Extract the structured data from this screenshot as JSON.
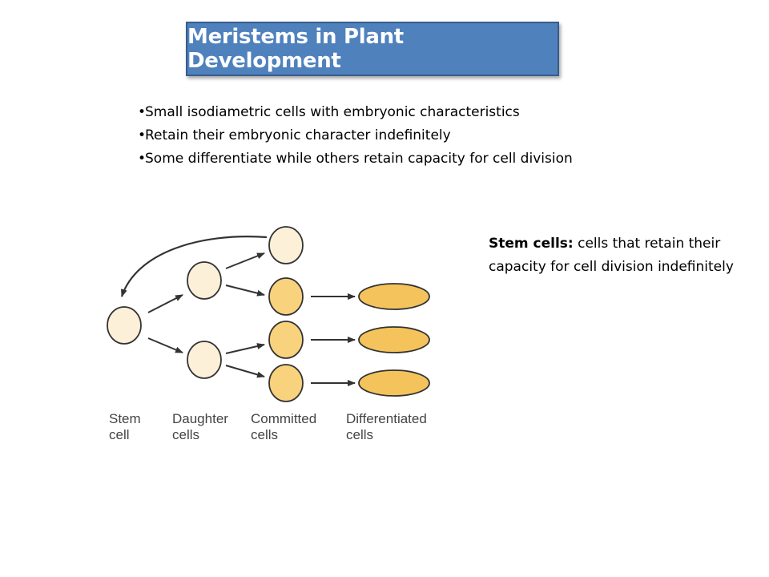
{
  "title": "Meristems in Plant Development",
  "bullets": [
    "Small isodiametric cells with embryonic characteristics",
    "Retain their embryonic character indefinitely",
    "Some differentiate while others retain capacity for cell division"
  ],
  "side_note": {
    "term": "Stem cells:",
    "definition": " cells that retain their capacity for cell division indefinitely"
  },
  "diagram": {
    "labels": {
      "stem_line1": "Stem",
      "stem_line2": "cell",
      "daughter_line1": "Daughter",
      "daughter_line2": "cells",
      "committed_line1": "Committed",
      "committed_line2": "cells",
      "differentiated_line1": "Differentiated",
      "differentiated_line2": "cells"
    },
    "colors": {
      "light_cell": "#fdf0d8",
      "committed_cell": "#f9d27e",
      "differentiated_cell": "#f5c35c",
      "outline": "#333333"
    }
  }
}
